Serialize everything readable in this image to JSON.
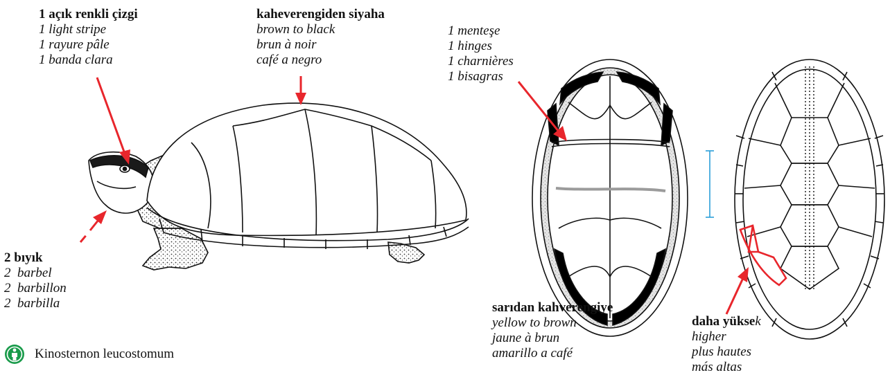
{
  "labels": {
    "stripe": {
      "title": "1 açık renkli çizgi",
      "lines": [
        "1 light stripe",
        "1 rayure pâle",
        "1 banda clara"
      ]
    },
    "carapace": {
      "title": "kaheverengiden siyaha",
      "lines": [
        "brown to black",
        "brun à noir",
        "café a negro"
      ]
    },
    "hinge": {
      "lines": [
        "1 menteşe",
        "1 hinges",
        "1 charnières",
        "1 bisagras"
      ]
    },
    "barbels": {
      "title": "2 bıyık",
      "lines": [
        "2  barbel",
        "2  barbillon",
        "2  barbilla"
      ]
    },
    "plastron": {
      "title": "sarıdan kahverengiye",
      "lines": [
        "yellow to brown",
        "jaune à brun",
        "amarillo a café"
      ]
    },
    "higher": {
      "title_bold": "daha yükse",
      "title_italic": "k",
      "lines": [
        "higher",
        "plus hautes",
        "más altas"
      ]
    }
  },
  "species": {
    "name": "Kinosternon leucostomum",
    "icon": "person-in-circle-icon"
  },
  "colors": {
    "arrow": "#e8262c",
    "scale": "#2b9fd9",
    "shell_dark": "#000000",
    "plastron_line": "#9b9b9b",
    "highlight": "#e8262c",
    "logo": "#1a9b4b"
  }
}
